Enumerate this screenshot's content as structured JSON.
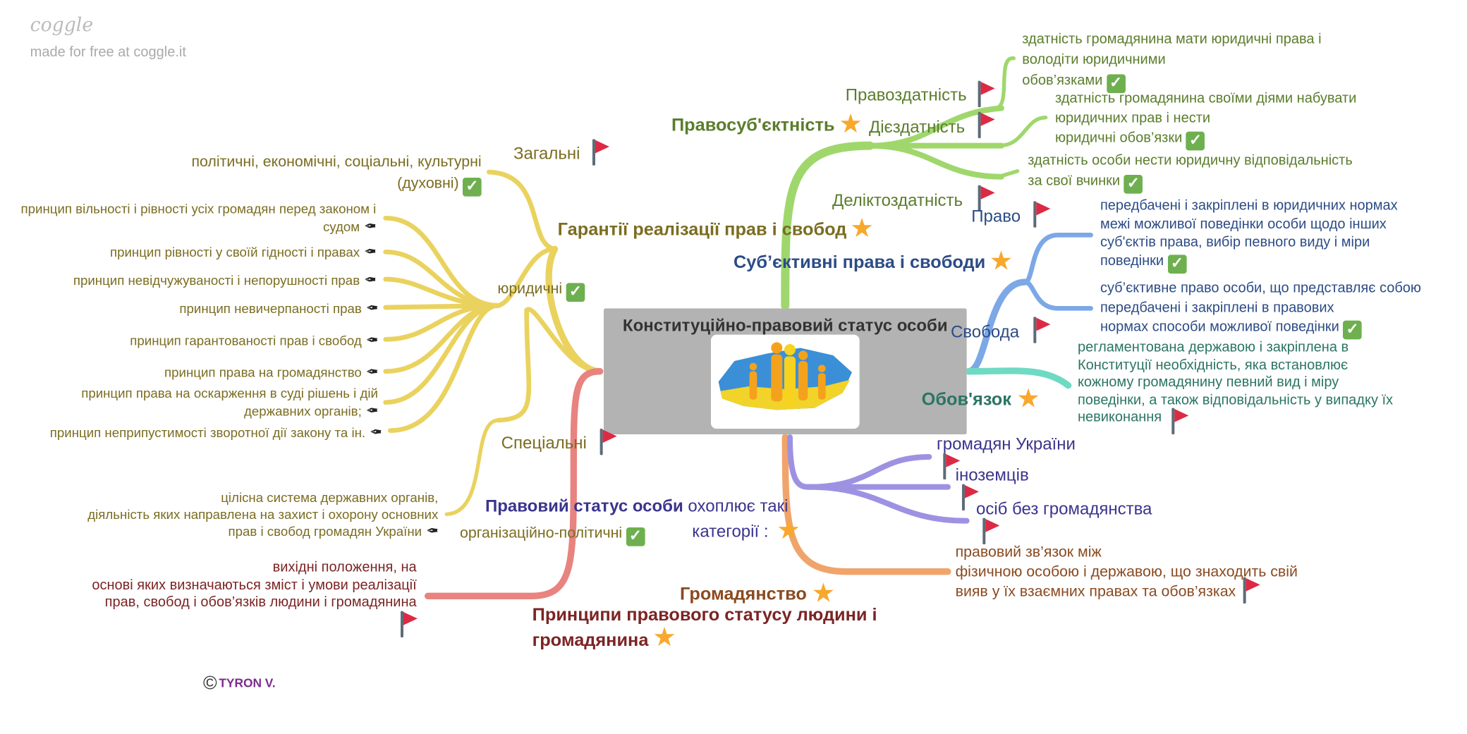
{
  "brand": {
    "logo": "coggle",
    "tagline": "made for free at coggle.it"
  },
  "center": {
    "title": "Конституційно-правовий статус особи"
  },
  "legal_personality": {
    "title": "Правосуб'єктність",
    "items": [
      {
        "label": "Правоздатність",
        "desc": "здатність громадянина мати юридичні права і\nволодіти юридичними\nобов’язками"
      },
      {
        "label": "Дієздатність",
        "desc": "здатність громадянина своїми діями набувати\nюридичних прав і нести\nюридичні обов’язки"
      },
      {
        "label": "Деліктоздатність",
        "desc": "здатність особи нести юридичну відповідальність\nза свої вчинки"
      }
    ]
  },
  "guarantees": {
    "title": "Гарантії реалізації прав і свобод",
    "general": {
      "label": "Загальні",
      "desc": "політичні, економічні, соціальні, культурні\n(духовні)"
    },
    "legal": {
      "label": "юридичні",
      "items": [
        "принцип вільності і рівності усіх громадян перед законом і\nсудом",
        "принцип рівності у своїй гідності і правах",
        "принцип невідчужуваності і непорушності прав",
        "принцип невичерпаності прав",
        "принцип гарантованості прав і свобод",
        "принцип права на громадянство",
        "принцип права на оскарження в суді рішень і дій\nдержавних органів;",
        "принцип неприпустимості зворотної дії закону та ін."
      ]
    },
    "special": {
      "label": "Спеціальні",
      "desc": "цілісна система державних органів,\nдіяльність яких направлена на захист і охорону основних\nправ і свобод громадян України"
    },
    "org": {
      "label": "організаційно-політичні"
    }
  },
  "subjective": {
    "title": "Суб’єктивні права і свободи",
    "right": {
      "label": "Право",
      "desc": "передбачені і закріплені в юридичних нормах\nмежі можливої поведінки особи щодо інших\nсуб'єктів права, вибір певного виду і міри\nповедінки"
    },
    "freedom": {
      "label": "Свобода",
      "desc": "суб’єктивне право особи, що представляє собою\nпередбачені і закріплені в правових\nнормах способи можливої поведінки"
    }
  },
  "duty": {
    "title": "Обов'язок",
    "desc": "регламентована державою і закріплена в\nКонституції необхідність, яка встановлює\nкожному громадянину певний вид і міру\nповедінки, а також відповідальність у випадку їх\nневиконання"
  },
  "status": {
    "title_bold": "Правовий статус особи",
    "title_rest": " охоплює такі",
    "title_line2": "категорії :",
    "items": [
      "громадян України",
      "іноземців",
      "осіб без громадянства"
    ]
  },
  "citizenship": {
    "title": "Громадянство",
    "desc": "правовий зв’язок між\nфізичною особою і державою, що знаходить свій\nвияв у їх взаємних правах та обов’язках"
  },
  "principles": {
    "title": "Принципи правового статусу людини і\nгромадянина",
    "desc": "вихідні положення, на\nоснові яких визначаються зміст і умови реалізації\nправ, свобод і обов’язків людини і громадянина"
  },
  "author": {
    "symbol": "©",
    "name": "TYRON V."
  },
  "icons": {
    "check": "✓",
    "star": "★",
    "pen": "✒"
  }
}
